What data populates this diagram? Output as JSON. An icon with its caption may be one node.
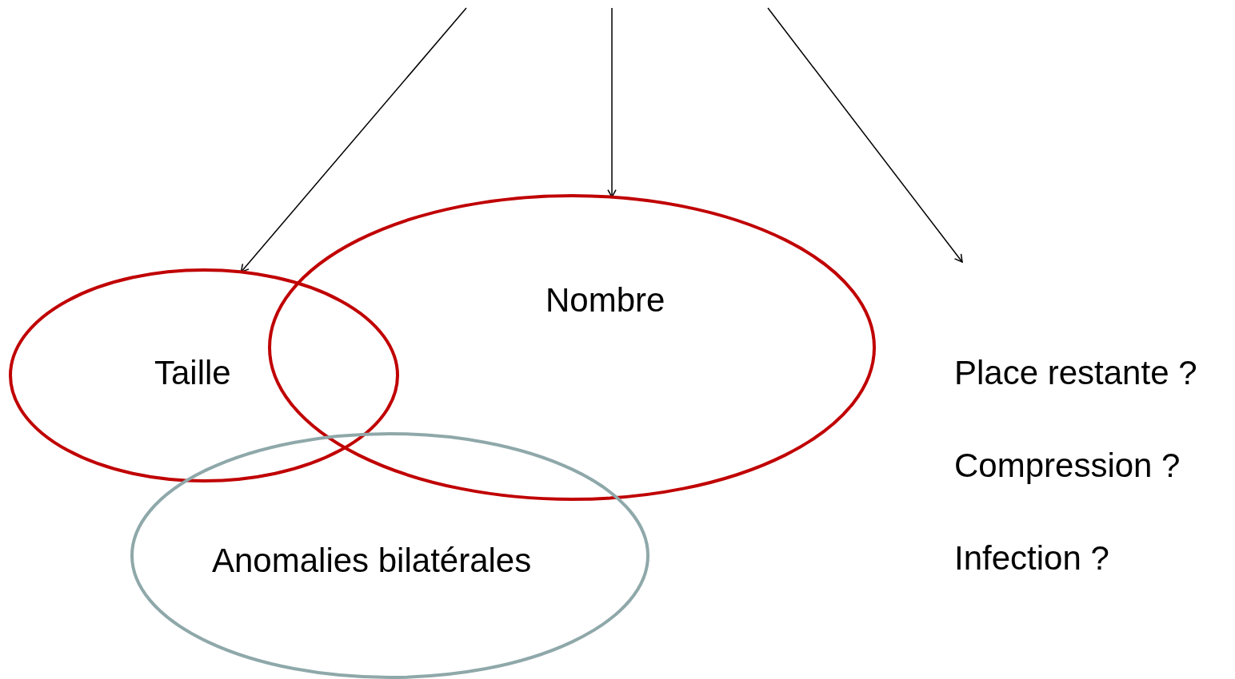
{
  "diagram": {
    "nodes": [
      {
        "text": [
          "Taille"
        ]
      },
      {
        "text": [
          "Nombre"
        ]
      },
      {
        "text": [
          "Anomalies bilatérales"
        ]
      },
      {
        "text": [
          "Place restante ?",
          "Compression ?",
          "Infection ?"
        ]
      }
    ],
    "edges": [
      {
        "from": null,
        "to": 0,
        "arrow": "to"
      },
      {
        "from": null,
        "to": 1,
        "arrow": "to"
      },
      {
        "from": null,
        "to": 3,
        "arrow": "to"
      }
    ]
  }
}
